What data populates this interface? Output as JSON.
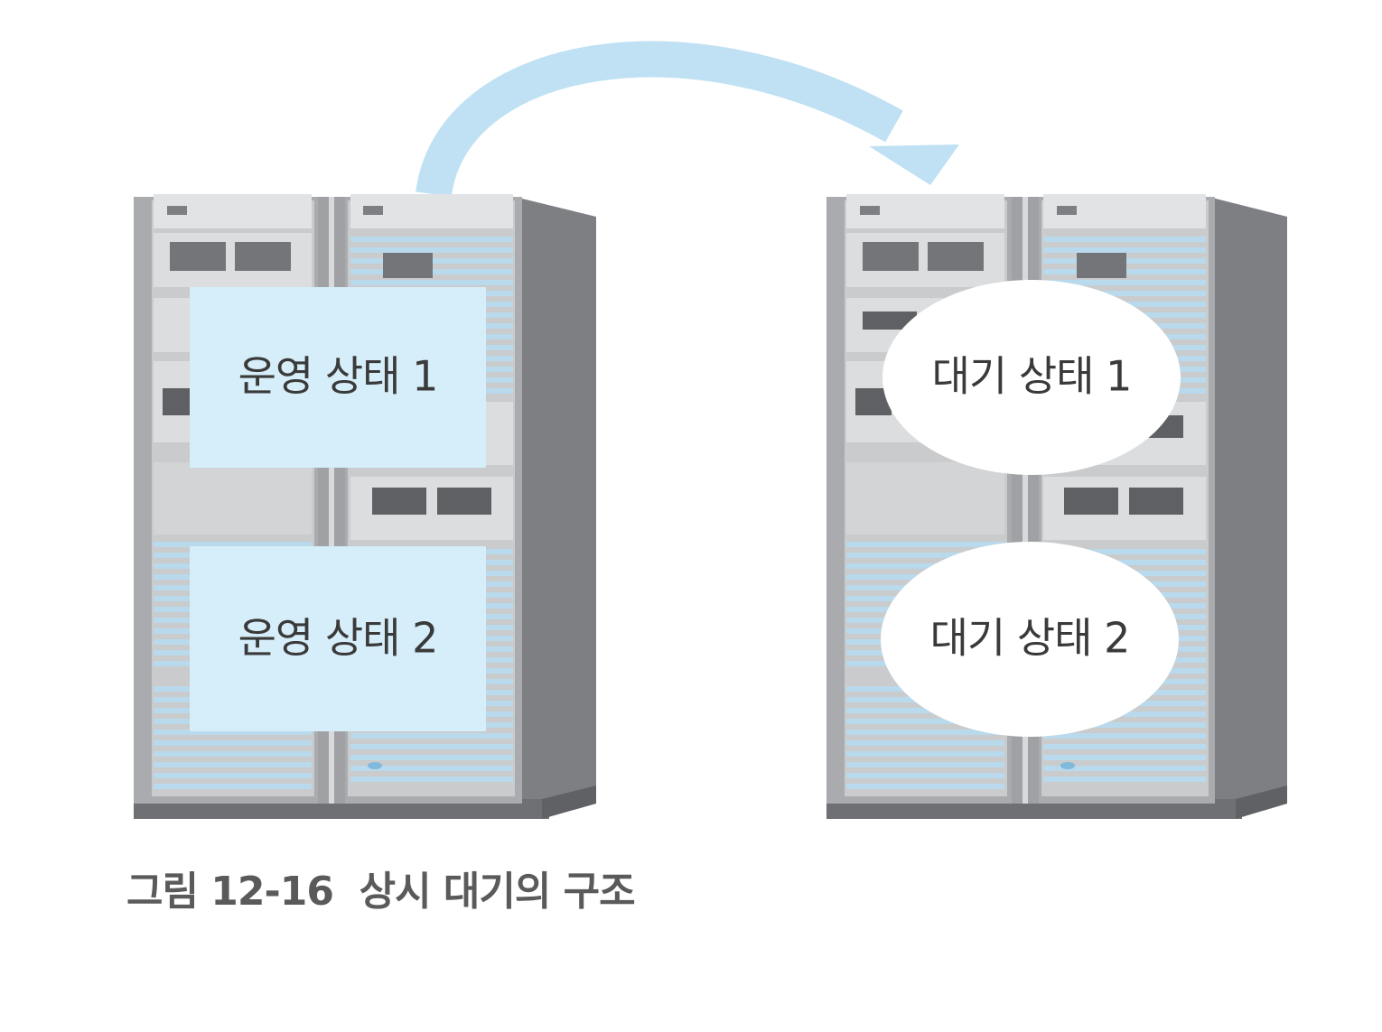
{
  "figure": {
    "caption": "그림 12-16  상시 대기의 구조"
  },
  "active_server": {
    "states": [
      {
        "label": "운영 상태 1"
      },
      {
        "label": "운영 상태 2"
      }
    ]
  },
  "standby_server": {
    "states": [
      {
        "label": "대기 상태 1"
      },
      {
        "label": "대기 상태 2"
      }
    ]
  },
  "colors": {
    "rack_frame": "#a6a8ab",
    "rack_side": "#7a7c80",
    "rack_stripe": "#b9d9ec",
    "active_box": "#d6eef9",
    "standby_bubble": "#ffffff",
    "arrow": "#bfe1f3"
  }
}
